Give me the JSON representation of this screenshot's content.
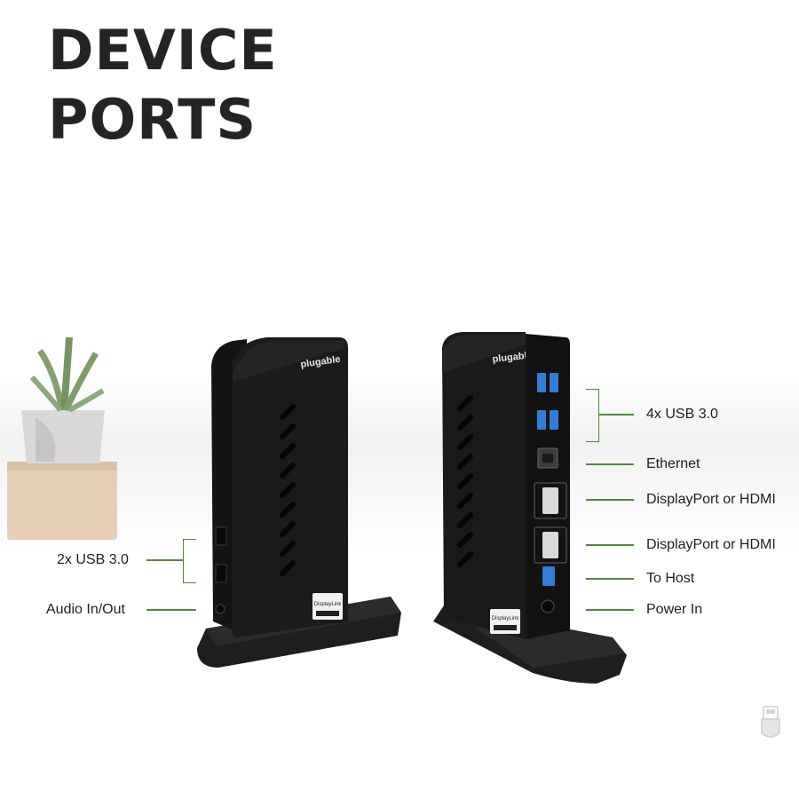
{
  "title": {
    "line1": "DEVICE",
    "line2": "PORTS"
  },
  "device": {
    "brand": "plugable",
    "badge": "DisplayLink"
  },
  "left_callouts": [
    {
      "label": "2x USB 3.0"
    },
    {
      "label": "Audio In/Out"
    }
  ],
  "right_callouts": [
    {
      "label": "4x USB 3.0"
    },
    {
      "label": "Ethernet"
    },
    {
      "label": "DisplayPort or HDMI"
    },
    {
      "label": "DisplayPort or HDMI"
    },
    {
      "label": "To Host"
    },
    {
      "label": "Power In"
    }
  ],
  "colors": {
    "callout_line": "#4e8a3d",
    "device_body": "#1a1a1a",
    "usb_blue": "#2f7fd6"
  },
  "icons": [
    "plant-pot-decoration",
    "usb-plug-icon"
  ]
}
